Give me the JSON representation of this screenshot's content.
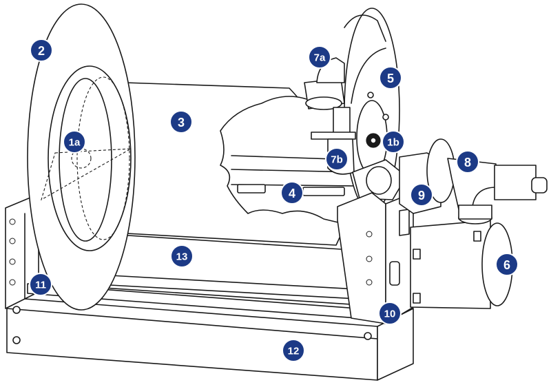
{
  "callout_color": "#1c3a86",
  "callouts": [
    {
      "id": "1a",
      "label": "1a"
    },
    {
      "id": "1b",
      "label": "1b"
    },
    {
      "id": "2",
      "label": "2"
    },
    {
      "id": "3",
      "label": "3"
    },
    {
      "id": "4",
      "label": "4"
    },
    {
      "id": "5",
      "label": "5"
    },
    {
      "id": "6",
      "label": "6"
    },
    {
      "id": "7a",
      "label": "7a"
    },
    {
      "id": "7b",
      "label": "7b"
    },
    {
      "id": "8",
      "label": "8"
    },
    {
      "id": "9",
      "label": "9"
    },
    {
      "id": "10",
      "label": "10"
    },
    {
      "id": "11",
      "label": "11"
    },
    {
      "id": "12",
      "label": "12"
    },
    {
      "id": "13",
      "label": "13"
    }
  ]
}
